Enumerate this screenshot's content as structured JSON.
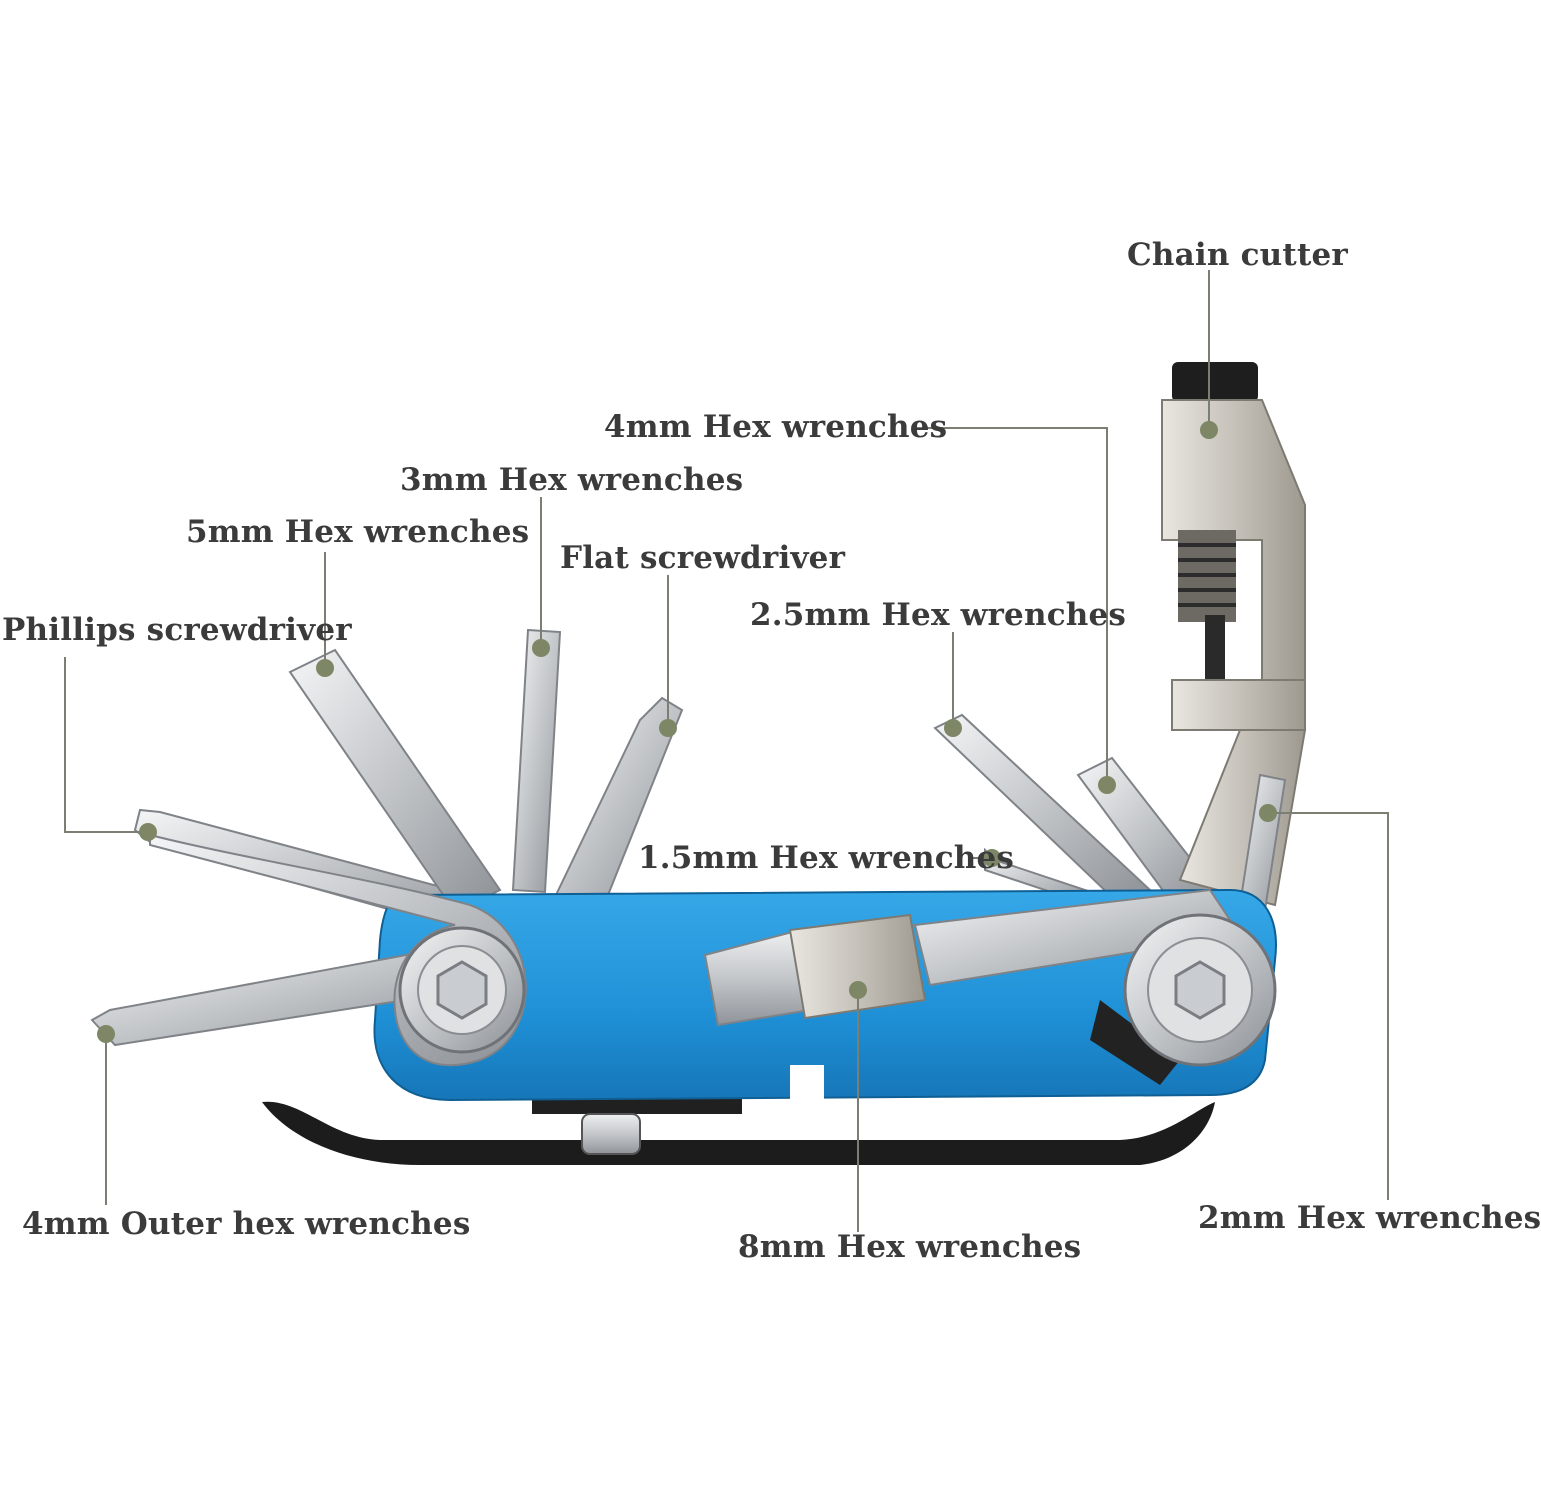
{
  "labels": {
    "chain_cutter": "Chain cutter",
    "hex_4mm": "4mm Hex wrenches",
    "hex_3mm": "3mm Hex wrenches",
    "hex_5mm": "5mm Hex wrenches",
    "flat_screwdriver": "Flat screwdriver",
    "hex_2_5mm": "2.5mm Hex wrenches",
    "phillips_screwdriver": "Phillips screwdriver",
    "hex_1_5mm": "1.5mm Hex wrenches",
    "outer_hex_4mm": "4mm Outer hex wrenches",
    "hex_8mm": "8mm Hex wrenches",
    "hex_2mm": "2mm Hex wrenches"
  },
  "colors": {
    "body_blue": "#2196d9",
    "steel": "#c9ccd0",
    "steel_dark": "#8a8e93",
    "leader": "#7a7f72",
    "dot": "#7d8765",
    "tyre_lever": "#1c1c1c",
    "text": "#3b3b3b"
  }
}
